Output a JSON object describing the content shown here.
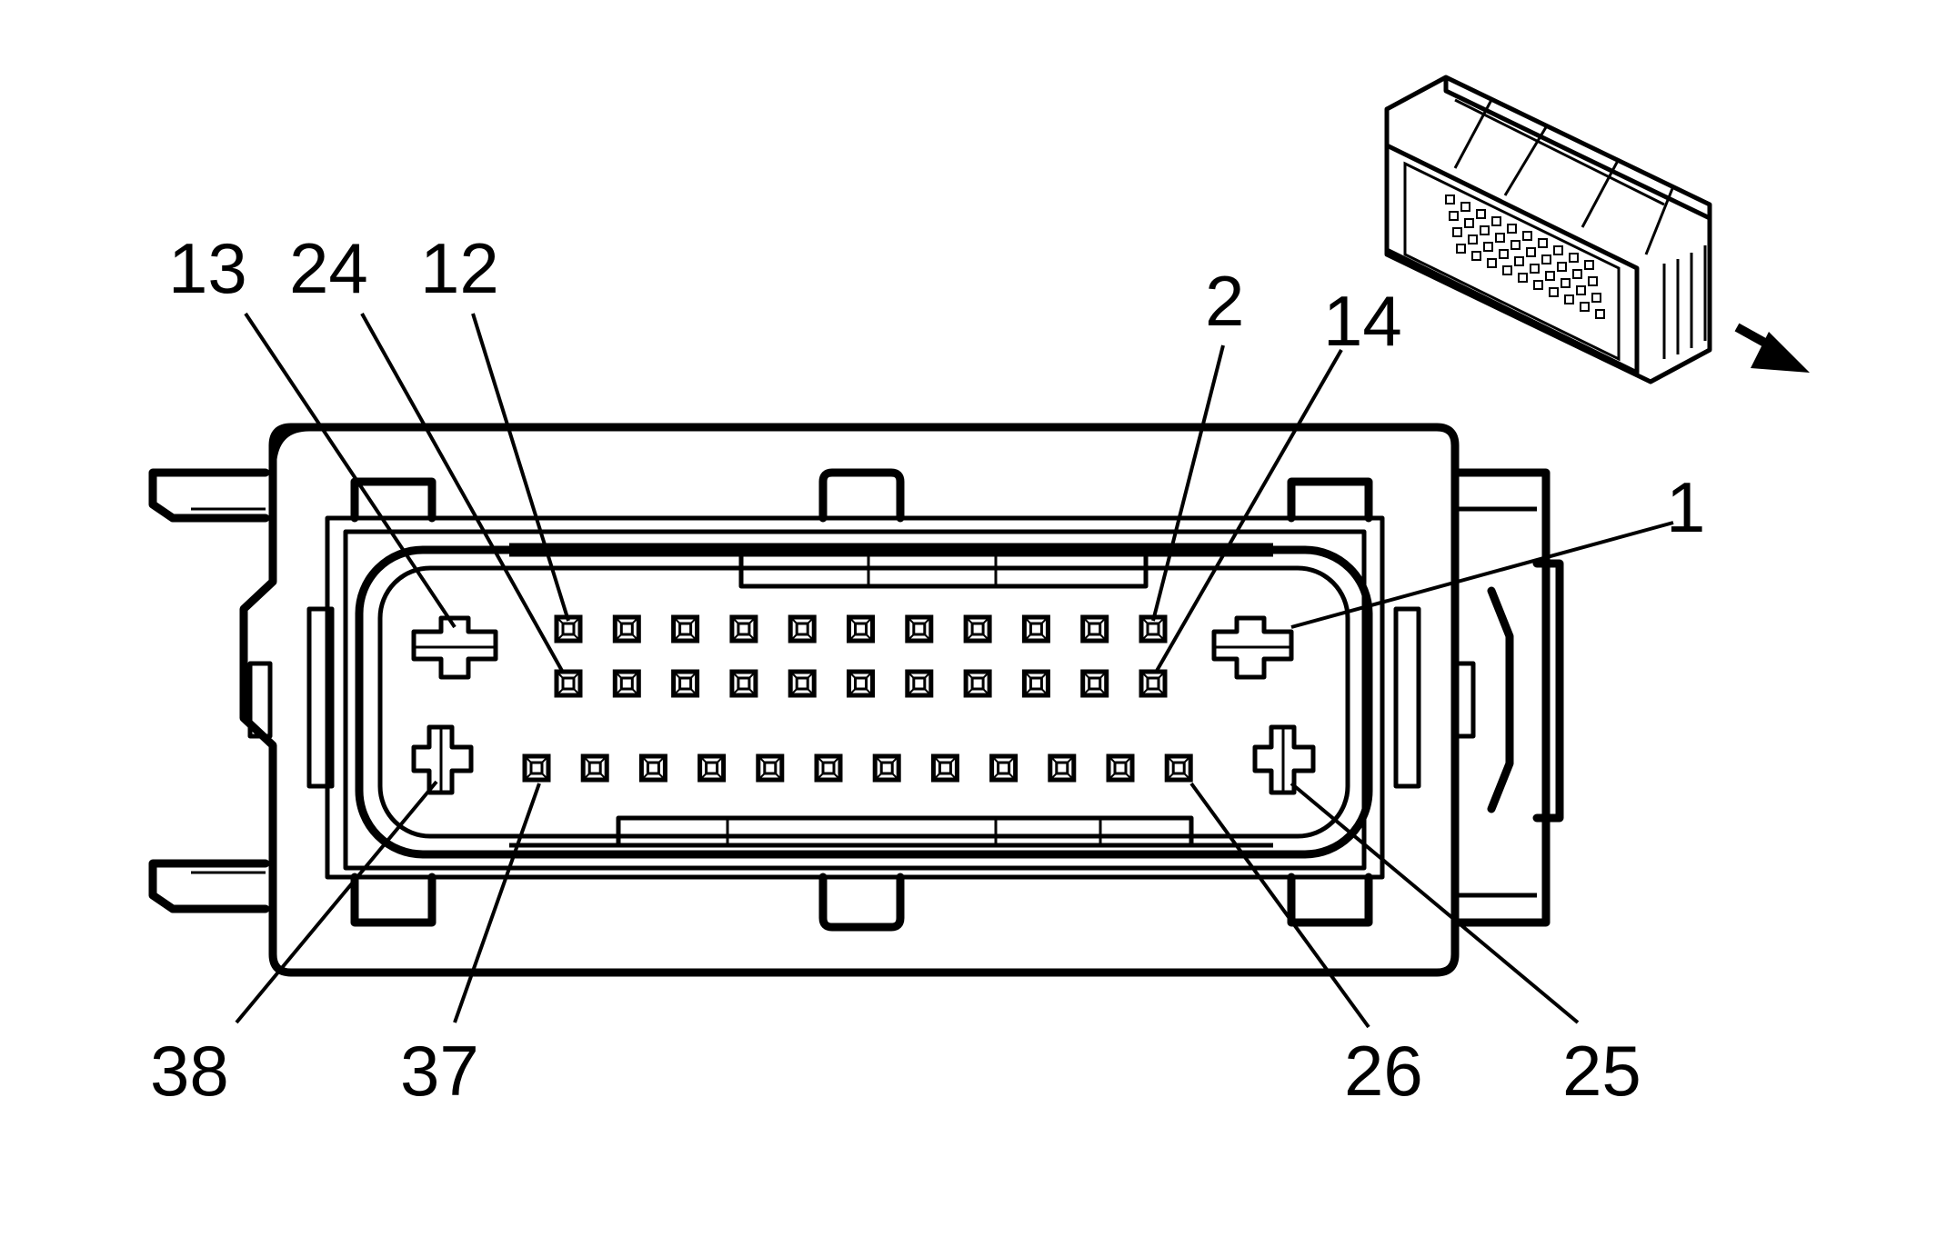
{
  "diagram": {
    "pin_labels": {
      "p13": "13",
      "p24": "24",
      "p12": "12",
      "p2": "2",
      "p14": "14",
      "p1": "1",
      "p38": "38",
      "p37": "37",
      "p26": "26",
      "p25": "25"
    },
    "terminal_rows": {
      "top_row_count": 11,
      "middle_row_count": 11,
      "bottom_row_count": 12
    },
    "connector_view_arrow": "arrow-down-right-icon"
  }
}
